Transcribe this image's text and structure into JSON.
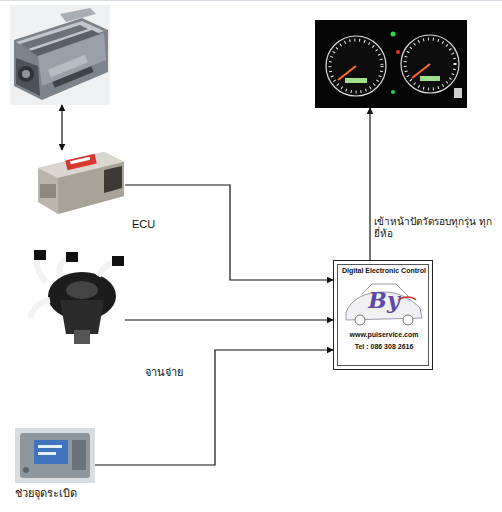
{
  "diagram": {
    "nodes": [
      {
        "text": []
      },
      {
        "text": []
      },
      {
        "text": [
          "ECU"
        ]
      },
      {
        "text": [
          "Digital Electronic Control",
          "By",
          "www.puiservice.com",
          "Tel : 086 308 2616"
        ]
      },
      {
        "text": [
          "จานจ่าย"
        ]
      },
      {
        "text": [
          "ช่วยจุดระเบิด"
        ]
      }
    ],
    "edges": [
      {
        "from": 2,
        "to": 0,
        "arrow": "both"
      },
      {
        "from": 2,
        "to": 3,
        "arrow": "to"
      },
      {
        "from": 4,
        "to": 3,
        "arrow": "to"
      },
      {
        "from": 5,
        "to": 3,
        "arrow": "to"
      },
      {
        "from": 3,
        "to": 1,
        "arrow": "to",
        "label": "เข้าหน้าปัดวัดรอบทุกรุ่น ทุกยี่ห้อ"
      }
    ]
  }
}
